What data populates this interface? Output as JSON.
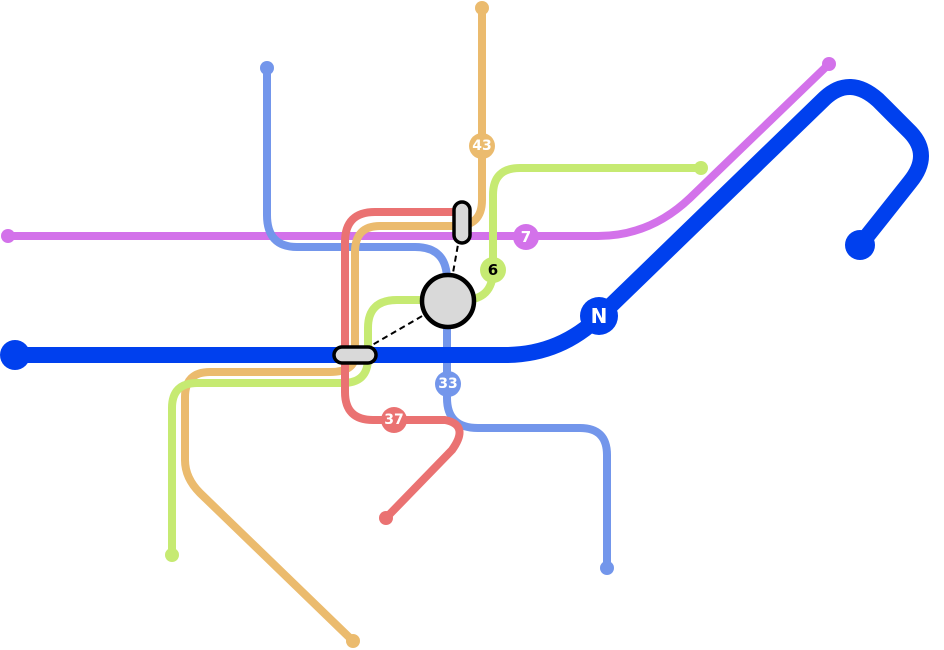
{
  "colors": {
    "orange": "#EBBB6E",
    "blue": "#7396EB",
    "purple": "#D372EA",
    "green": "#C6EA72",
    "red": "#EA7272",
    "navy": "#0040EE"
  },
  "lines": [
    {
      "id": "43",
      "label": "43",
      "color": "#EBBB6E"
    },
    {
      "id": "7",
      "label": "7",
      "color": "#D372EA"
    },
    {
      "id": "6",
      "label": "6",
      "color": "#C6EA72"
    },
    {
      "id": "N",
      "label": "N",
      "color": "#0040EE"
    },
    {
      "id": "33",
      "label": "33",
      "color": "#7396EB"
    },
    {
      "id": "37",
      "label": "37",
      "color": "#EA7272"
    }
  ]
}
